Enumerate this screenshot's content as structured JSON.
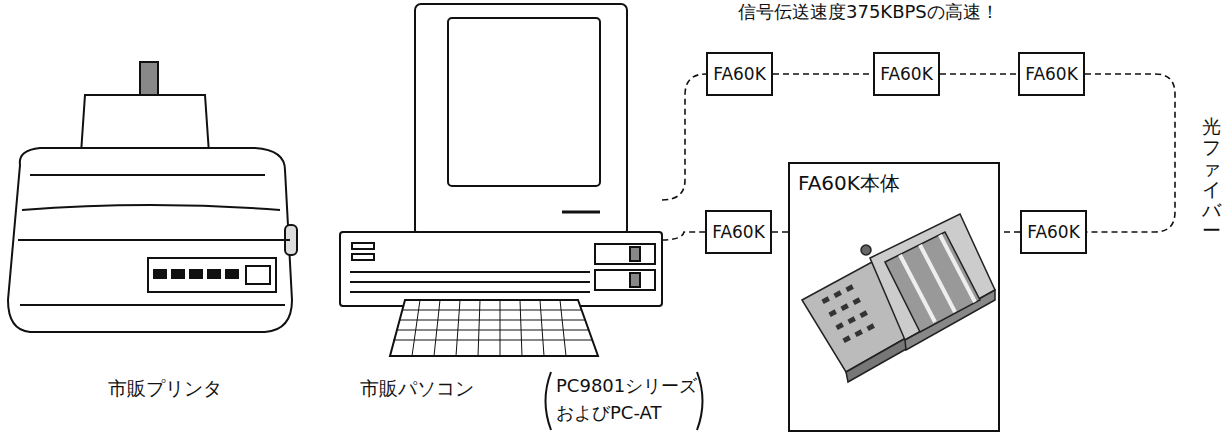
{
  "diagram": {
    "nodes": [
      {
        "text": [
          "FA60K"
        ]
      },
      {
        "text": [
          "FA60K"
        ]
      },
      {
        "text": [
          "FA60K"
        ]
      },
      {
        "text": [
          "FA60K"
        ]
      },
      {
        "text": [
          "FA60K本体"
        ]
      },
      {
        "text": [
          "FA60K"
        ]
      }
    ],
    "edges": [
      {
        "from": 0,
        "to": 1,
        "arrow": "none"
      },
      {
        "from": 1,
        "to": 2,
        "arrow": "none"
      },
      {
        "from": 2,
        "to": 3,
        "arrow": "none"
      },
      {
        "from": 3,
        "to": 4,
        "arrow": "none"
      },
      {
        "from": 4,
        "to": 5,
        "arrow": "none"
      }
    ],
    "labels": [
      "信号伝送速度375KBPSの高速！",
      "光ファイバー",
      "市販プリンタ",
      "市販パソコン",
      "PC9801シリーズ およびPC-AT"
    ]
  }
}
